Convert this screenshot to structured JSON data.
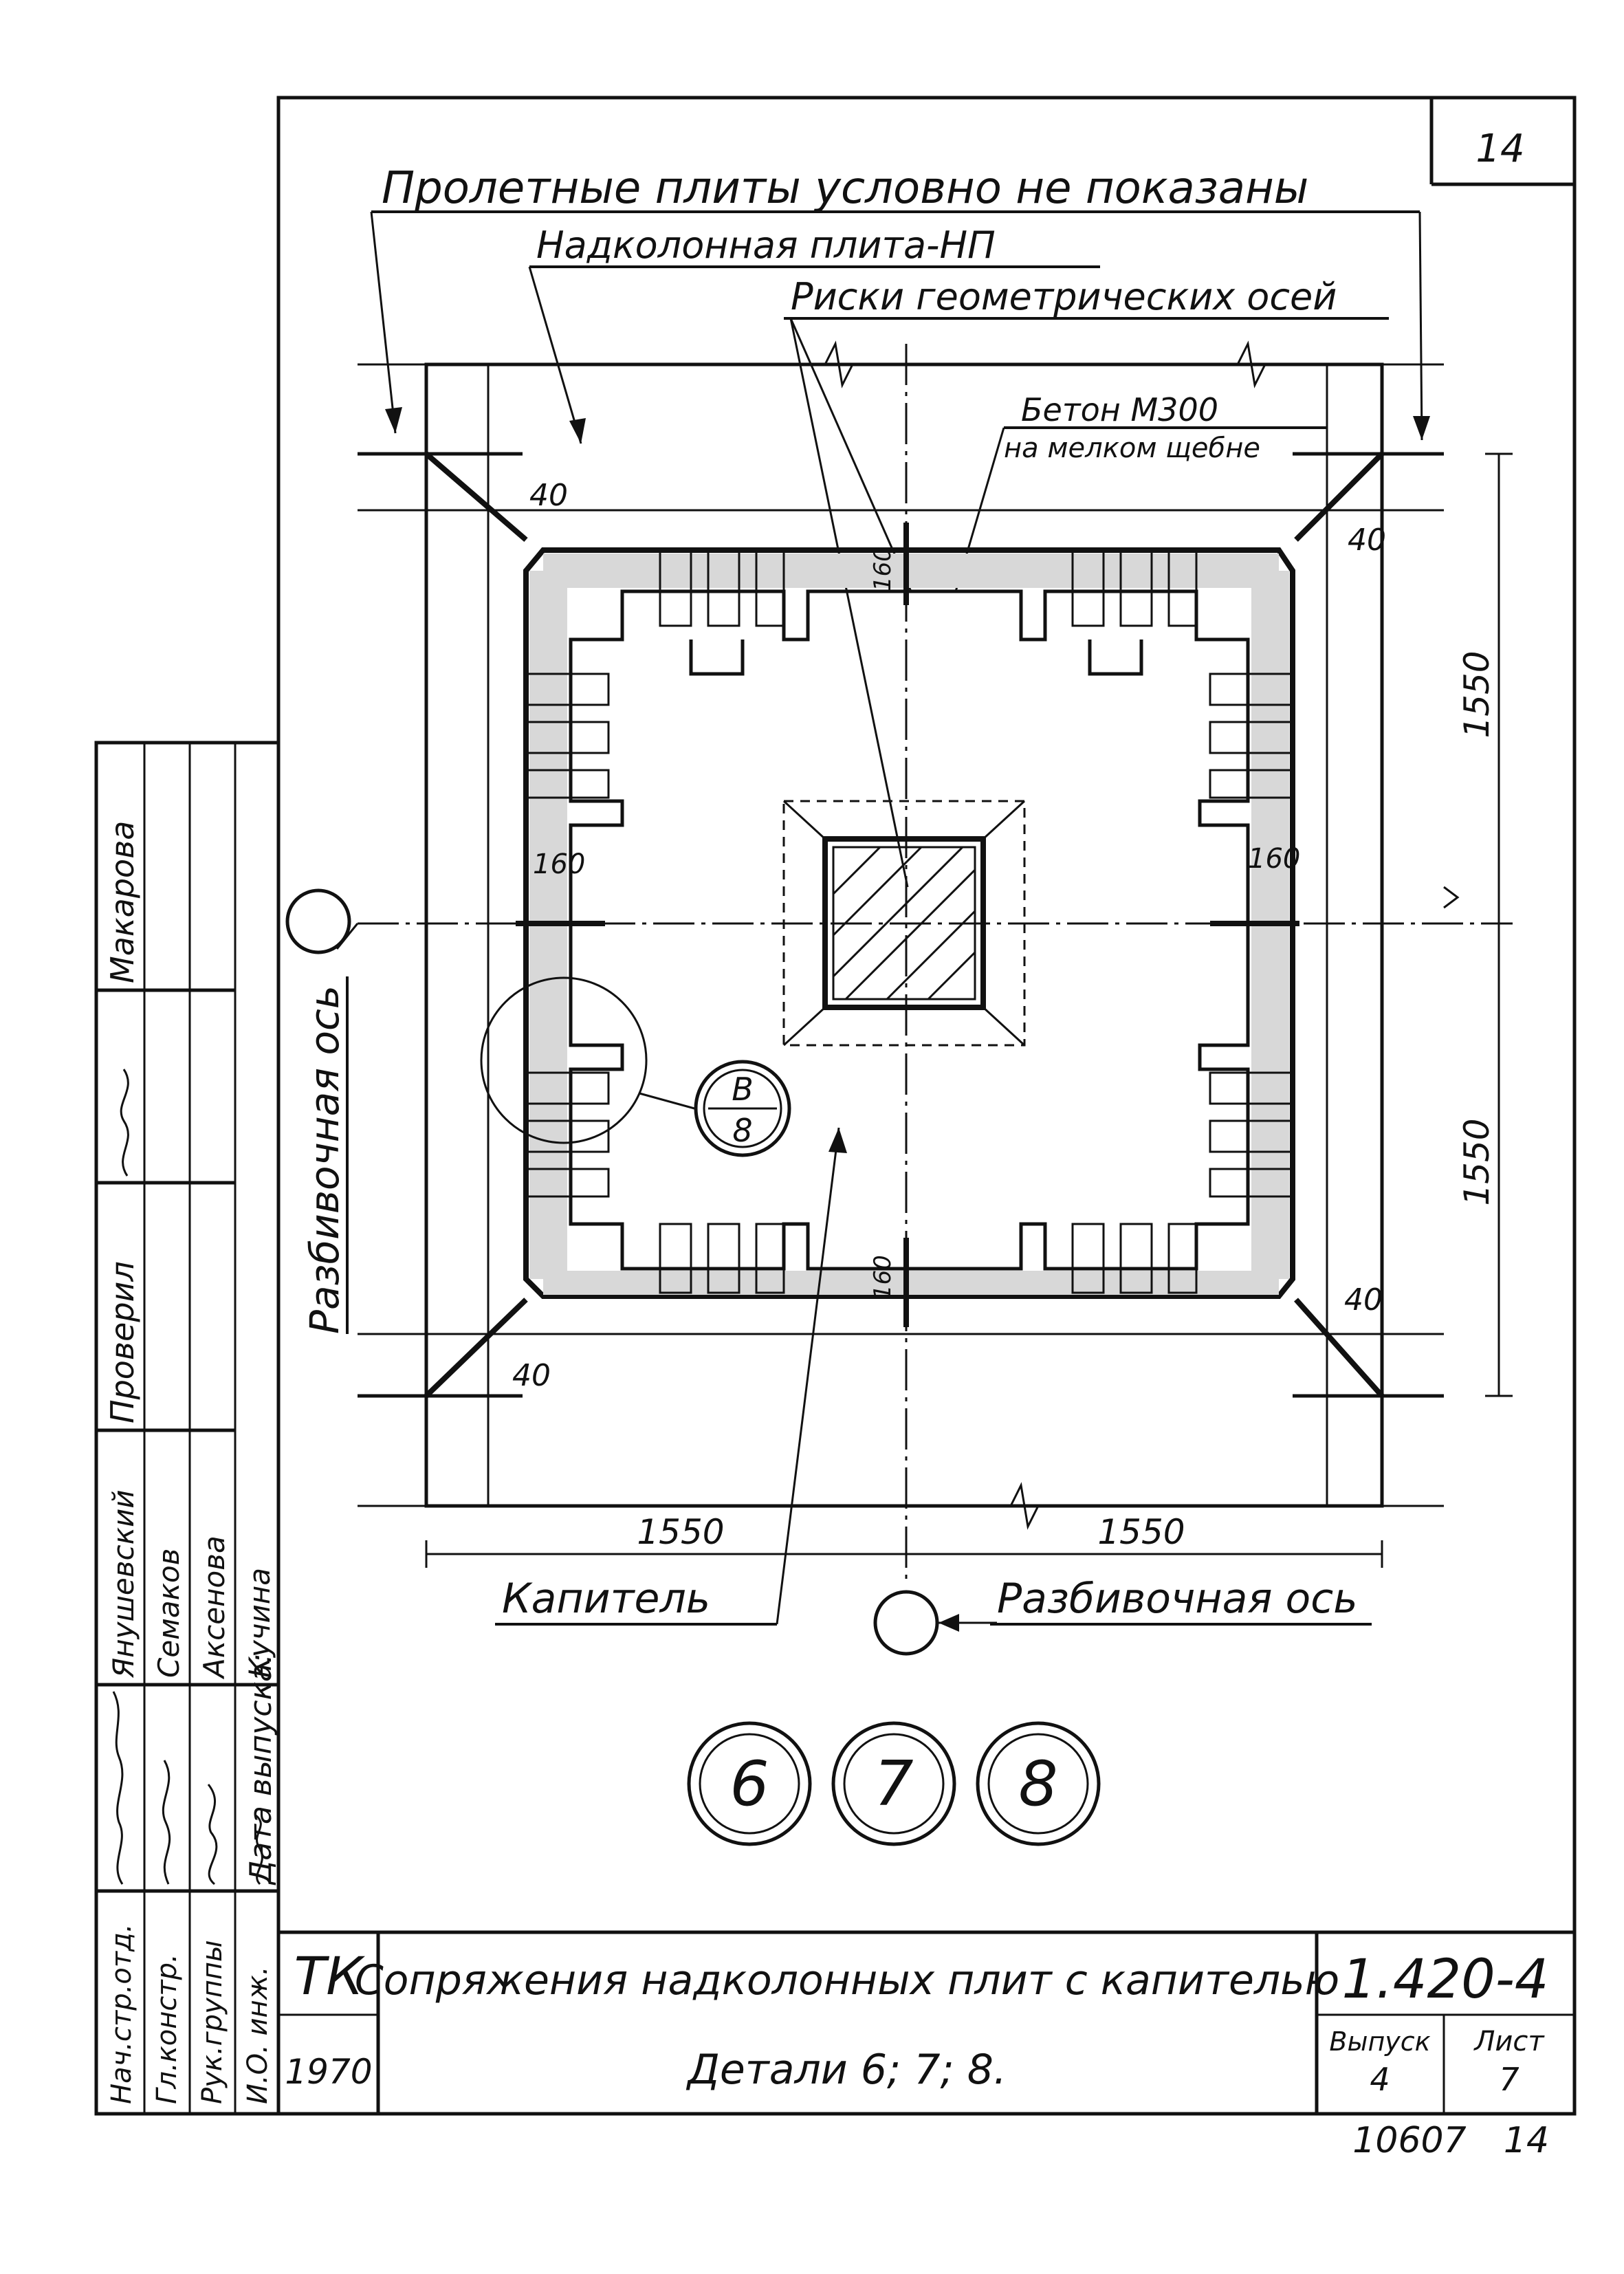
{
  "sheet": {
    "sheet_number": "14",
    "series_code": "1.420-4",
    "org": "ТК",
    "year": "1970",
    "title_line1": "Сопряжения надколонных плит с капителью",
    "title_line2": "Детали 6; 7; 8.",
    "issue_label": "Выпуск",
    "issue_value": "4",
    "sheet_label": "Лист",
    "sheet_value": "7",
    "archive_number": "10607",
    "archive_sheet": "14"
  },
  "labels": {
    "span_plates_note": "Пролетные плиты условно не показаны",
    "column_plate": "Надколонная плита-НП",
    "axis_marks": "Риски геометрических осей",
    "concrete_line1": "Бетон М300",
    "concrete_line2": "на мелком щебне",
    "capital": "Капитель",
    "layout_axis_bottom": "Разбивочная ось",
    "layout_axis_left": "Разбивочная ось"
  },
  "dimensions": {
    "right_upper": "1550",
    "right_lower": "1550",
    "bottom_left": "1550",
    "bottom_right": "1550",
    "gap_top_left": "40",
    "gap_top_right": "40",
    "gap_bottom_left": "40",
    "gap_bottom_right": "40",
    "joint_left": "160",
    "joint_right": "160",
    "joint_top": "160",
    "joint_bottom": "160"
  },
  "callout": {
    "top": "В",
    "bottom": "8"
  },
  "details": [
    "6",
    "7",
    "8"
  ],
  "stamp": {
    "roles": [
      "Нач.стр.отд.",
      "Гл.констр.",
      "Рук.группы",
      "И.О. инж."
    ],
    "release_date_label": "Дата выпуска:",
    "names": [
      "Янушевский",
      "Семаков",
      "Аксенова",
      "Кучина"
    ],
    "checked_label": "Проверил",
    "checked_name": "Макарова"
  }
}
